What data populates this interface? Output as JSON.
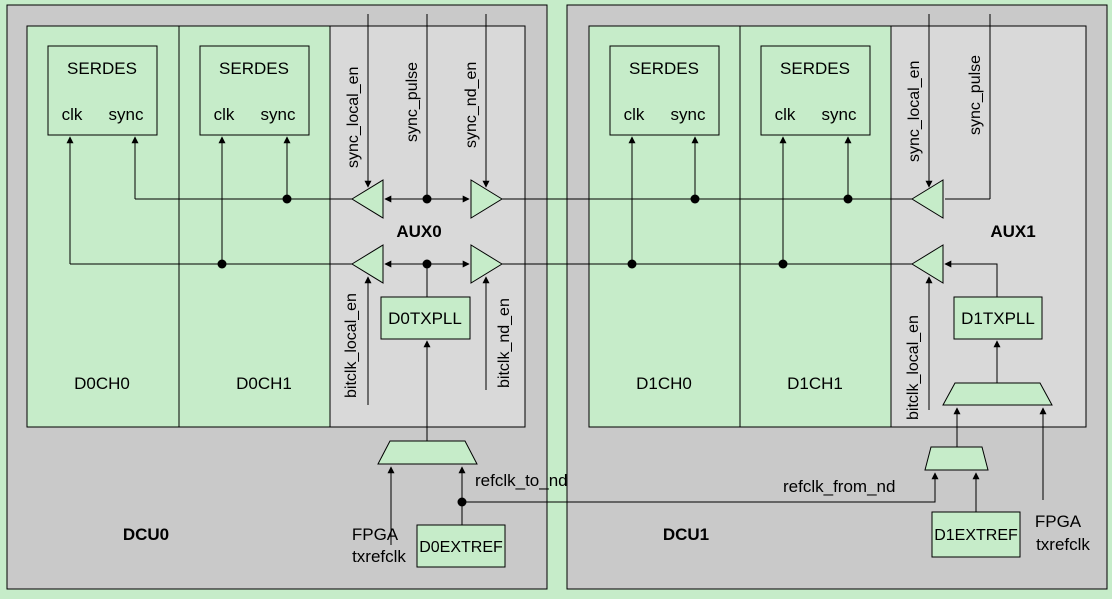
{
  "colors": {
    "background": "#c6ecc9",
    "dcu_fill": "#c9c9c9",
    "channel_fill": "#c6ecc9",
    "aux_fill": "#d9d9d9",
    "block_fill": "#c6ecc9",
    "line": "#000000"
  },
  "dcu0": {
    "name": "DCU0",
    "ch0": {
      "label": "D0CH0",
      "serdes": "SERDES",
      "clk": "clk",
      "sync": "sync"
    },
    "ch1": {
      "label": "D0CH1",
      "serdes": "SERDES",
      "clk": "clk",
      "sync": "sync"
    },
    "aux": {
      "label": "AUX0",
      "sync_local_en": "sync_local_en",
      "sync_pulse": "sync_pulse",
      "sync_nd_en": "sync_nd_en",
      "bitclk_local_en": "bitclk_local_en",
      "bitclk_nd_en": "bitclk_nd_en",
      "txpll": "D0TXPLL"
    },
    "fpga_line1": "FPGA",
    "fpga_line2": "txrefclk",
    "extref": "D0EXTREF",
    "refclk_to_nd": "refclk_to_nd"
  },
  "dcu1": {
    "name": "DCU1",
    "ch0": {
      "label": "D1CH0",
      "serdes": "SERDES",
      "clk": "clk",
      "sync": "sync"
    },
    "ch1": {
      "label": "D1CH1",
      "serdes": "SERDES",
      "clk": "clk",
      "sync": "sync"
    },
    "aux": {
      "label": "AUX1",
      "sync_local_en": "sync_local_en",
      "sync_pulse": "sync_pulse",
      "bitclk_local_en": "bitclk_local_en",
      "txpll": "D1TXPLL"
    },
    "refclk_from_nd": "refclk_from_nd",
    "extref": "D1EXTREF",
    "fpga_line1": "FPGA",
    "fpga_line2": "txrefclk"
  }
}
